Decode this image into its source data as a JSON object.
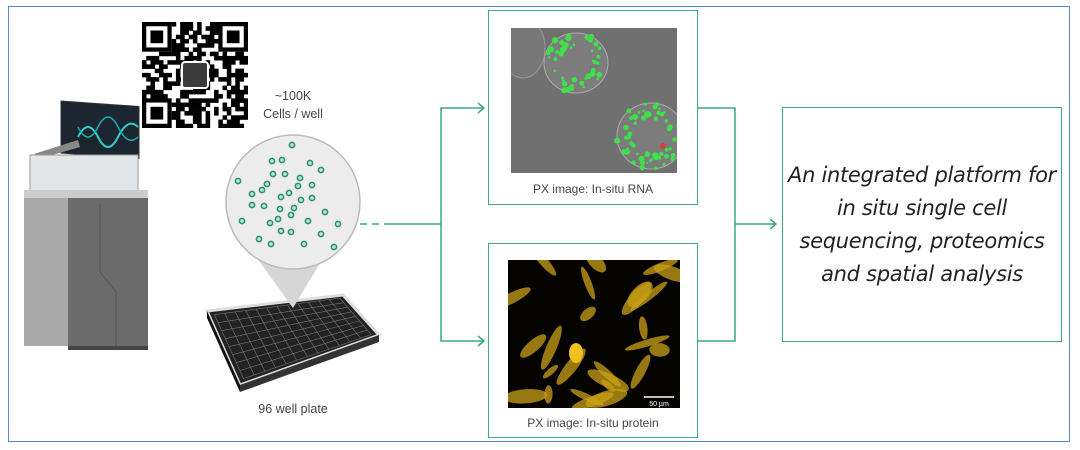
{
  "labels": {
    "cells_count": "~100K",
    "cells_unit": "Cells / well",
    "plate": "96 well plate",
    "rna_caption": "PX image: In-situ RNA",
    "protein_caption": "PX image: In-situ protein",
    "scale_bar": "50 µm"
  },
  "summary": {
    "lines": [
      "An integrated platform for",
      "in situ single cell",
      "sequencing, proteomics",
      "and spatial analysis"
    ]
  },
  "colors": {
    "accent": "#3aa987",
    "frame": "#5b86d8",
    "cell": "#2f8f6f"
  }
}
